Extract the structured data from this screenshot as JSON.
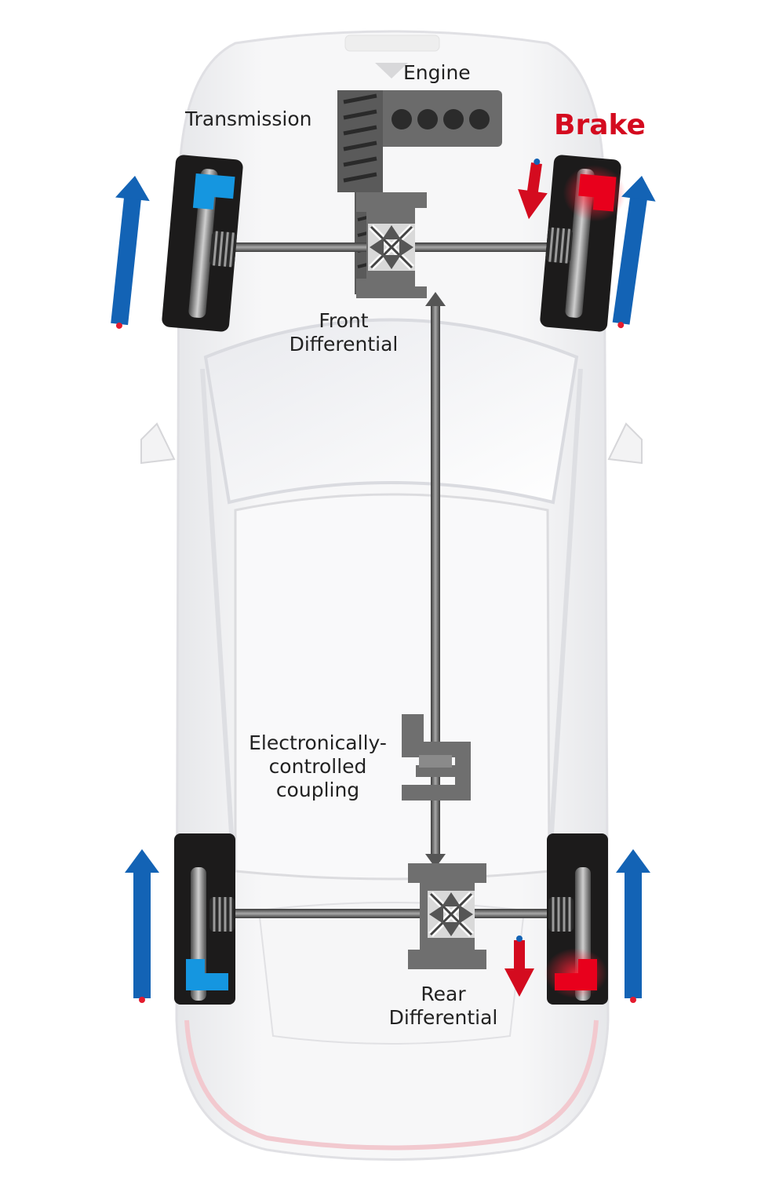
{
  "labels": {
    "engine": "Engine",
    "transmission": "Transmission",
    "brake": "Brake",
    "front_differential_line1": "Front",
    "front_differential_line2": "Differential",
    "coupling_line1": "Electronically-",
    "coupling_line2": "controlled",
    "coupling_line3": "coupling",
    "rear_differential_line1": "Rear",
    "rear_differential_line2": "Differential"
  },
  "colors": {
    "drive_arrow": "#1363b5",
    "brake_arrow": "#d40b1f",
    "brake_pad_active": "#e8001c",
    "brake_pad_inactive": "#1596e0",
    "drivetrain": "#6b6b6b",
    "tire": "#1c1b1b"
  },
  "icons": {
    "drive_force": "up-arrow-icon",
    "braking": "down-arrow-icon"
  }
}
